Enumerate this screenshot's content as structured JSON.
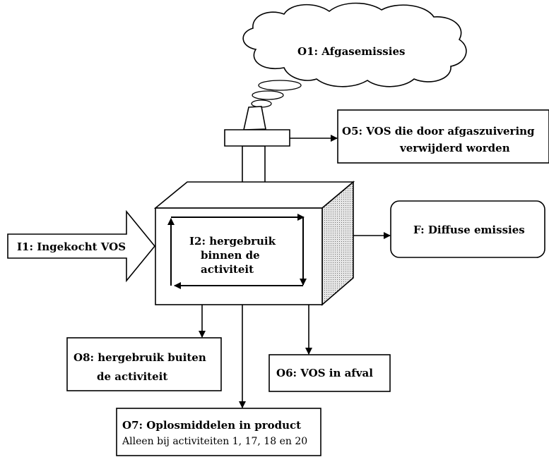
{
  "labels": {
    "o1": "O1: Afgasemissies",
    "o5_line1": "O5: VOS die door afgaszuivering",
    "o5_line2": "verwijderd worden",
    "f": "F: Diffuse emissies",
    "i1": "I1: Ingekocht VOS",
    "i2_line1": "I2: hergebruik",
    "i2_line2": "binnen de",
    "i2_line3": "activiteit",
    "o8_line1": "O8:  hergebruik buiten",
    "o8_line2": "de activiteit",
    "o6": "O6: VOS in afval",
    "o7_line1": "O7: Oplosmiddelen in product",
    "o7_line2": "Alleen bij activiteiten 1, 17, 18 en 20"
  },
  "colors": {
    "stroke": "#000000",
    "fill": "#ffffff",
    "shade": "#c8c8c8"
  }
}
